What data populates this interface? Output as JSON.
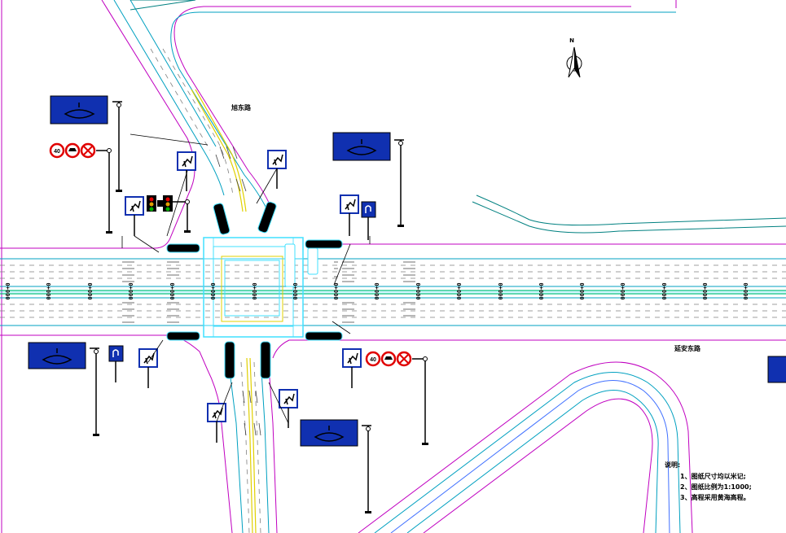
{
  "road_names": {
    "north_road": "旭东路",
    "east_road": "延安东路"
  },
  "north_arrow_label": "N",
  "speed_limit": "40",
  "stations": [
    "000+0",
    "000+0",
    "000+0",
    "000+0",
    "000+0",
    "000+0",
    "000+0",
    "000+0",
    "000+0",
    "000+0",
    "000+0",
    "000+0",
    "000+0",
    "000+0",
    "000+0",
    "000+0",
    "000+0",
    "000+0",
    "000+0"
  ],
  "notes": {
    "title": "说明:",
    "lines": [
      "1、图纸尺寸均以米记;",
      "2、图纸比例为1:1000;",
      "3、高程采用黄海高程。"
    ]
  },
  "colors": {
    "boundary": "#c000c0",
    "lane_edge": "#00a0c0",
    "lane_line": "#808080",
    "center_line": "#e0d000",
    "crosswalk": "#40e0ff",
    "sign_blue": "#1030b0",
    "sign_red": "#e00000",
    "signal_green": "#00b000"
  }
}
